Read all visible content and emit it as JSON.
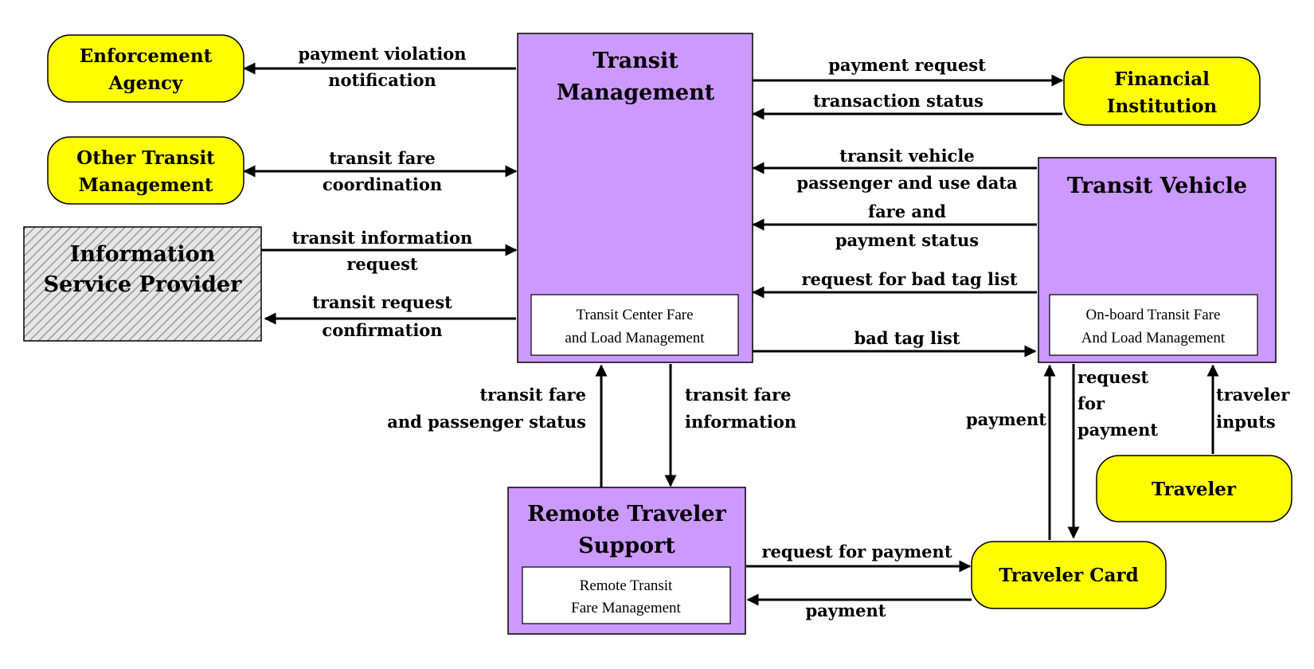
{
  "nodes": {
    "enforcement_agency": {
      "line1": "Enforcement",
      "line2": "Agency"
    },
    "other_transit_management": {
      "line1": "Other Transit",
      "line2": "Management"
    },
    "information_service_provider": {
      "line1": "Information",
      "line2": "Service Provider"
    },
    "transit_management": {
      "line1": "Transit",
      "line2": "Management",
      "sub_line1": "Transit Center Fare",
      "sub_line2": "and Load Management"
    },
    "financial_institution": {
      "line1": "Financial",
      "line2": "Institution"
    },
    "transit_vehicle": {
      "line1": "Transit  Vehicle",
      "sub_line1": "On-board Transit Fare",
      "sub_line2": "And Load Management"
    },
    "remote_traveler_support": {
      "line1": "Remote Traveler",
      "line2": "Support",
      "sub_line1": "Remote Transit",
      "sub_line2": "Fare Management"
    },
    "traveler_card": {
      "line1": "Traveler Card"
    },
    "traveler": {
      "line1": "Traveler"
    }
  },
  "flows": {
    "payment_violation_notification": {
      "line1": "payment violation",
      "line2": "notification"
    },
    "transit_fare_coordination": {
      "line1": "transit fare",
      "line2": "coordination"
    },
    "transit_information_request": {
      "line1": "transit information",
      "line2": "request"
    },
    "transit_request_confirmation": {
      "line1": "transit request",
      "line2": "confirmation"
    },
    "payment_request": {
      "line1": "payment request"
    },
    "transaction_status": {
      "line1": "transaction status"
    },
    "transit_vehicle_passenger_use_data": {
      "line1": "transit vehicle",
      "line2": "passenger and use data"
    },
    "fare_and_payment_status": {
      "line1": "fare and",
      "line2": "payment status"
    },
    "request_for_bad_tag_list": {
      "line1": "request for bad tag list"
    },
    "bad_tag_list": {
      "line1": "bad tag list"
    },
    "transit_fare_and_passenger_status": {
      "line1": "transit fare",
      "line2": "and passenger status"
    },
    "transit_fare_information": {
      "line1": "transit fare",
      "line2": "information"
    },
    "card_payment_to_vehicle": {
      "line1": "payment"
    },
    "request_for_payment_vehicle": {
      "line1": "request",
      "line2": "for",
      "line3": "payment"
    },
    "traveler_inputs": {
      "line1": "traveler",
      "line2": "inputs"
    },
    "request_for_payment_remote": {
      "line1": "request for payment"
    },
    "card_payment_to_remote": {
      "line1": "payment"
    }
  },
  "colors": {
    "terminator_fill": "#ffff00",
    "subsystem_fill": "#cc99ff",
    "hatched_fill": "#d8d8d8"
  }
}
